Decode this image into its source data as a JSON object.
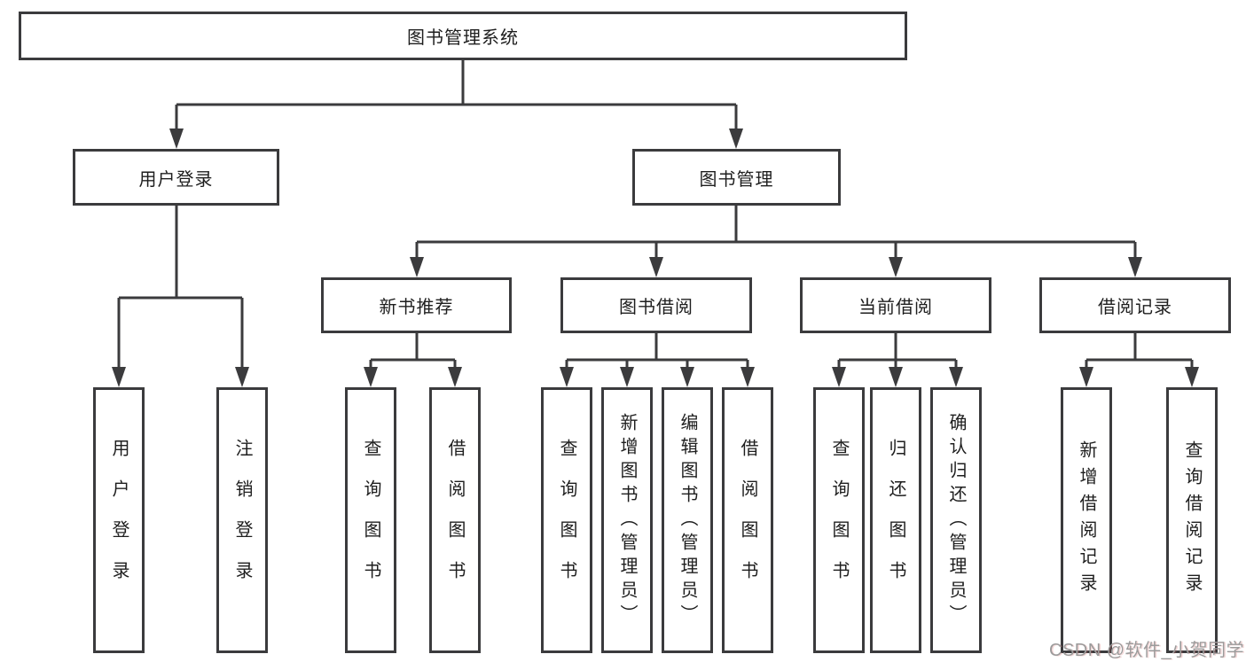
{
  "diagram_title": "图书管理系统",
  "tree": {
    "label": "图书管理系统",
    "children": [
      {
        "label": "用户登录",
        "children": [
          {
            "label": "用户登录"
          },
          {
            "label": "注销登录"
          }
        ]
      },
      {
        "label": "图书管理",
        "children": [
          {
            "label": "新书推荐",
            "children": [
              {
                "label": "查询图书"
              },
              {
                "label": "借阅图书"
              }
            ]
          },
          {
            "label": "图书借阅",
            "children": [
              {
                "label": "查询图书"
              },
              {
                "label": "新增图书（管理员）"
              },
              {
                "label": "编辑图书（管理员）"
              },
              {
                "label": "借阅图书"
              }
            ]
          },
          {
            "label": "当前借阅",
            "children": [
              {
                "label": "查询图书"
              },
              {
                "label": "归还图书"
              },
              {
                "label": "确认归还（管理员）"
              }
            ]
          },
          {
            "label": "借阅记录",
            "children": [
              {
                "label": "新增借阅记录"
              },
              {
                "label": "查询借阅记录"
              }
            ]
          }
        ]
      }
    ]
  },
  "watermark": "CSDN @软件_小贺同学",
  "colors": {
    "line": "#3b3b3d",
    "text": "#1e1e1e",
    "box_background": "#ffffff",
    "watermark": "#9b9b9b"
  }
}
